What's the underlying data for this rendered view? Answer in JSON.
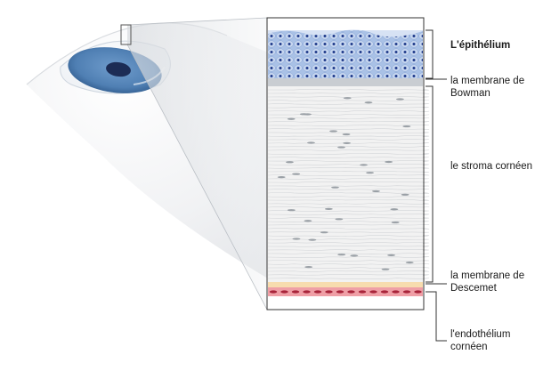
{
  "labels": {
    "epithelium": "L'épithélium",
    "bowman_line1": "la membrane de",
    "bowman_line2": "Bowman",
    "stroma": "le stroma cornéen",
    "descemet_line1": "la membrane de",
    "descemet_line2": "Descemet",
    "endothelium_line1": "l'endothélium",
    "endothelium_line2": "cornéen"
  },
  "colors": {
    "epithelium": "#8fb0de",
    "epithelium_nuclei": "#1f3a8a",
    "bowman": "#c9cdd2",
    "stroma": "#f2f2f2",
    "descemet": "#f7dcae",
    "endothelium": "#ef9fa6",
    "iris": "#4f7fb3",
    "pupil": "#1c2c55"
  },
  "icons": [
    "eye-illustration",
    "cornea-cross-section",
    "magnification-box"
  ]
}
